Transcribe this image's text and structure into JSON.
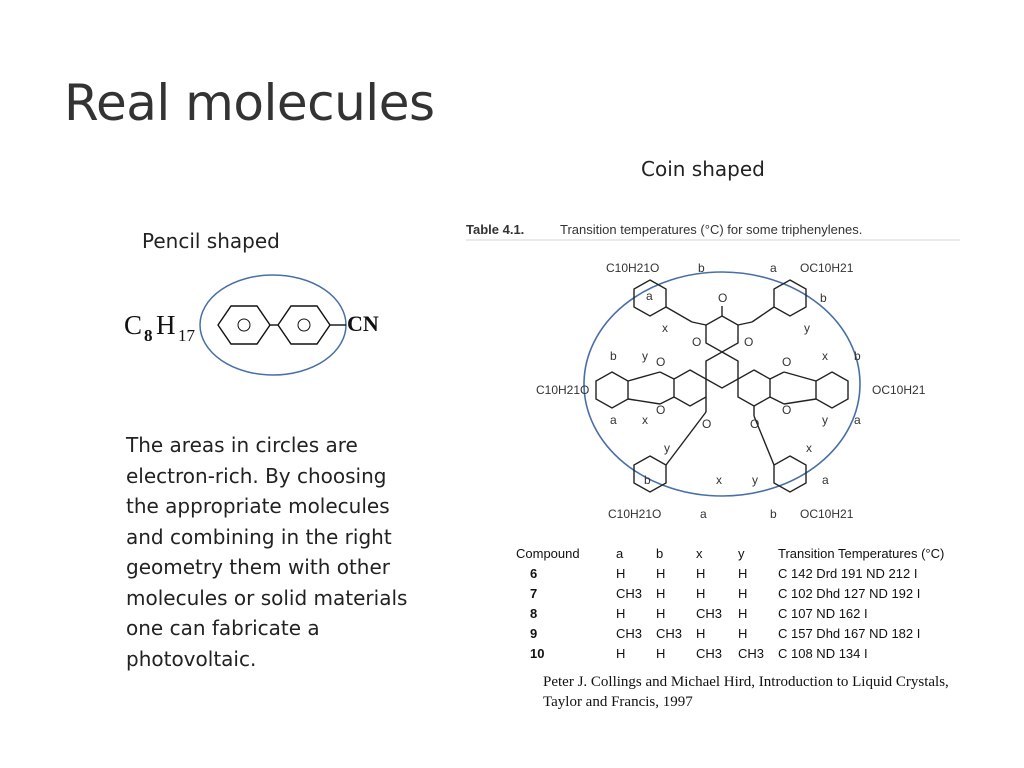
{
  "slide": {
    "title": "Real molecules",
    "coin_label": "Coin shaped",
    "pencil_label": "Pencil shaped",
    "body_text": "The areas in circles are electron-rich. By choosing the appropriate molecules and combining in the right geometry them with other molecules or solid materials one can fabricate a photovoltaic.",
    "citation": "Peter J. Collings and Michael Hird, Introduction to Liquid Crystals, Taylor and Francis, 1997"
  },
  "pencil_molecule": {
    "left_group": "C",
    "left_sub1": "8",
    "left_h": "H",
    "left_sub2": "17",
    "right_group": "CN",
    "ring_label": "O"
  },
  "figure": {
    "table_title": "Table 4.1.",
    "table_caption": "Transition temperatures (°C) for some triphenylenes.",
    "substituent_label": "C10H21O",
    "substituent_label_right": "OC10H21",
    "oxygen_label": "O",
    "pos_a": "a",
    "pos_b": "b",
    "pos_x": "x",
    "pos_y": "y"
  },
  "table": {
    "headers": [
      "Compound",
      "a",
      "b",
      "x",
      "y",
      "Transition Temperatures (°C)"
    ],
    "rows": [
      {
        "compound": "6",
        "a": "H",
        "b": "H",
        "x": "H",
        "y": "H",
        "temps": "C 142 Drd 191 ND 212 I"
      },
      {
        "compound": "7",
        "a": "CH3",
        "b": "H",
        "x": "H",
        "y": "H",
        "temps": "C 102 Dhd 127 ND 192 I"
      },
      {
        "compound": "8",
        "a": "H",
        "b": "H",
        "x": "CH3",
        "y": "H",
        "temps": "C 107 ND 162 I"
      },
      {
        "compound": "9",
        "a": "CH3",
        "b": "CH3",
        "x": "H",
        "y": "H",
        "temps": "C 157 Dhd 167 ND 182 I"
      },
      {
        "compound": "10",
        "a": "H",
        "b": "H",
        "x": "CH3",
        "y": "CH3",
        "temps": "C 108 ND 134 I"
      }
    ]
  }
}
